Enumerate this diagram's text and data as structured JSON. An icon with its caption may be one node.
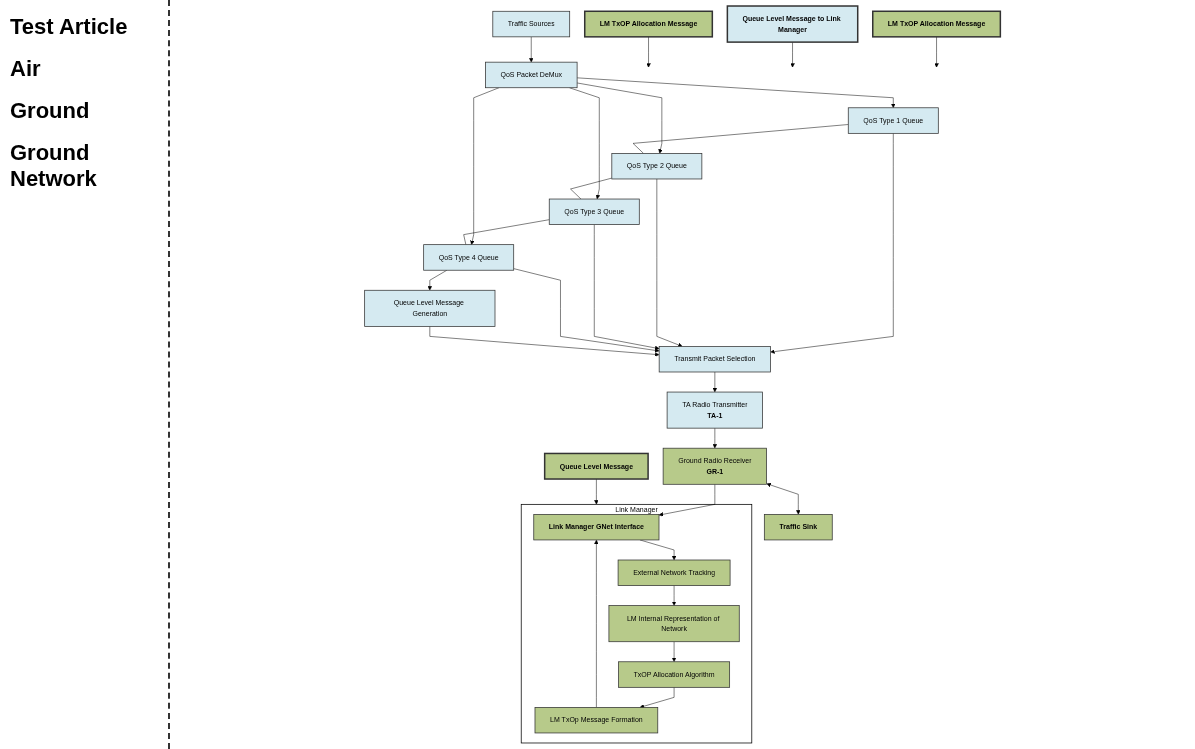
{
  "diagram": {
    "nodes": [
      {
        "text": [
          "TA Radio Transmitter",
          "TA-1"
        ]
      },
      {
        "text": [
          "Transmit Packet Selection"
        ]
      },
      {
        "text": [
          "QoS Type 1 Queue"
        ]
      },
      {
        "text": [
          "QoS Type 2 Queue"
        ]
      },
      {
        "text": [
          "QoS Type 3 Queue"
        ]
      },
      {
        "text": [
          "QoS Type 4 Queue"
        ]
      },
      {
        "text": [
          "QoS Packet DeMux"
        ]
      },
      {
        "text": [
          "Traffic Sources"
        ]
      },
      {
        "text": [
          "LM TxOP Allocation Message"
        ]
      },
      {
        "text": [
          "Queue Level Message to Link Manager"
        ]
      },
      {
        "text": [
          "Queue Level Message Generation"
        ]
      },
      {
        "text": [
          "Ground Radio Receiver",
          "GR-1"
        ]
      },
      {
        "text": [
          "Link Manager"
        ]
      },
      {
        "text": [
          "LM TxOP Allocation Message"
        ]
      },
      {
        "text": [
          "Link Manager GNet Interface"
        ],
        "in": 12
      },
      {
        "text": [
          "External Network Tracking"
        ],
        "in": 12
      },
      {
        "text": [
          "LM Internal Representation of Network"
        ],
        "in": 12
      },
      {
        "text": [
          "Queue Level Message"
        ]
      },
      {
        "text": [
          "Traffic Sink"
        ]
      },
      {
        "text": [
          "LM TxOp Message Formation"
        ],
        "in": 12
      },
      {
        "text": [
          "TxOP Allocation Algorithm"
        ],
        "in": 12
      }
    ],
    "edges": [
      {
        "from": 7,
        "to": 6,
        "arrow": "to"
      },
      {
        "from": 6,
        "to": 2,
        "arrow": "to"
      },
      {
        "from": 6,
        "to": 3,
        "arrow": "to"
      },
      {
        "from": 6,
        "to": 4,
        "arrow": "to"
      },
      {
        "from": 6,
        "to": 5,
        "arrow": "to"
      },
      {
        "from": 2,
        "to": 3,
        "arrow": "none"
      },
      {
        "from": 3,
        "to": 4,
        "arrow": "none"
      },
      {
        "from": 4,
        "to": 5,
        "arrow": "none"
      },
      {
        "from": 5,
        "to": 10,
        "arrow": "to"
      },
      {
        "from": 2,
        "to": 1,
        "arrow": "to"
      },
      {
        "from": 3,
        "to": 1,
        "arrow": "to"
      },
      {
        "from": 4,
        "to": 1,
        "arrow": "to"
      },
      {
        "from": 5,
        "to": 1,
        "arrow": "to"
      },
      {
        "from": 10,
        "to": 1,
        "arrow": "to"
      },
      {
        "from": 1,
        "to": 0,
        "arrow": "to"
      },
      {
        "from": 0,
        "to": 11,
        "arrow": "to"
      },
      {
        "from": 8,
        "to": null,
        "arrow": "to"
      },
      {
        "from": 9,
        "to": null,
        "arrow": "to"
      },
      {
        "from": 11,
        "to": 18,
        "arrow": "both"
      },
      {
        "from": 11,
        "to": 14,
        "arrow": "to"
      },
      {
        "from": 13,
        "to": null,
        "arrow": "to"
      },
      {
        "from": 17,
        "to": 12,
        "arrow": "to"
      },
      {
        "from": 14,
        "to": 15,
        "arrow": "to"
      },
      {
        "from": 15,
        "to": 16,
        "arrow": "to"
      },
      {
        "from": 16,
        "to": 20,
        "arrow": "to"
      },
      {
        "from": 20,
        "to": 19,
        "arrow": "to"
      },
      {
        "from": 19,
        "to": 14,
        "arrow": "to"
      }
    ],
    "labels": [
      "Test Article",
      "Air",
      "Ground",
      "Ground Network"
    ]
  }
}
